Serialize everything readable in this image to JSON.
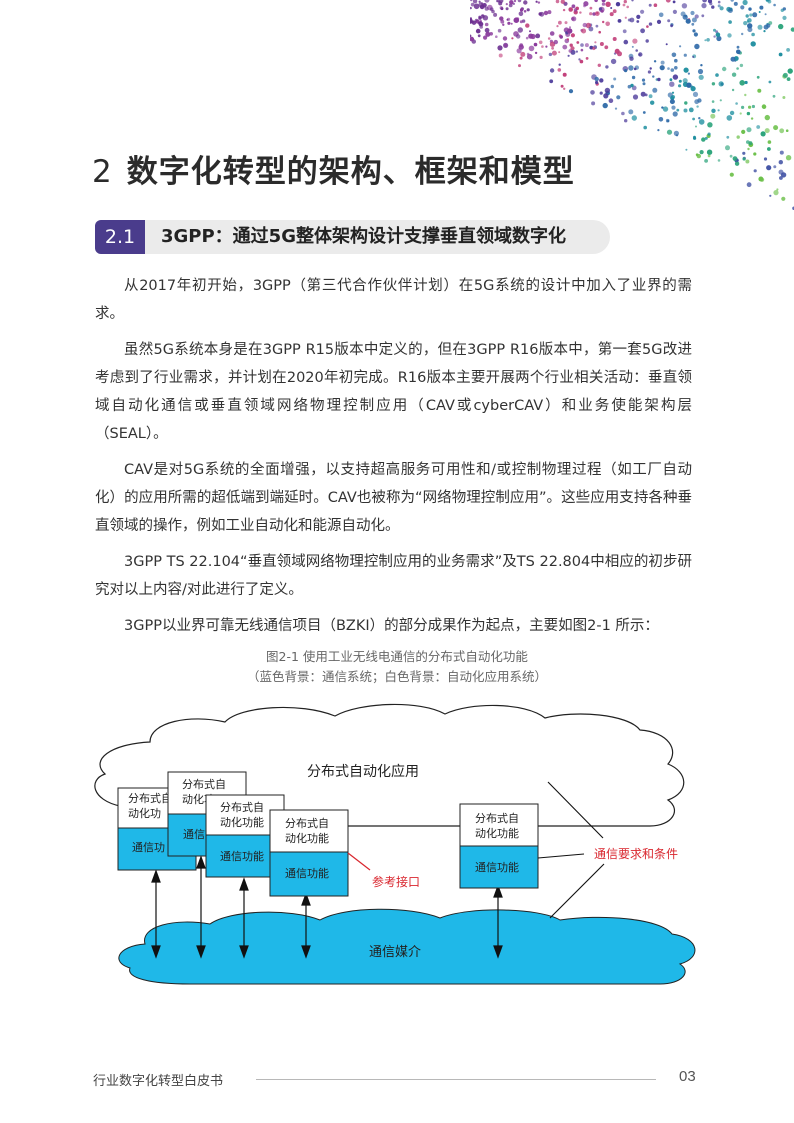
{
  "chapter": {
    "number": "2",
    "title": "数字化转型的架构、框架和模型"
  },
  "section": {
    "number": "2.1",
    "title": "3GPP：通过5G整体架构设计支撑垂直领域数字化"
  },
  "paragraphs": [
    "从2017年初开始，3GPP（第三代合作伙伴计划）在5G系统的设计中加入了业界的需求。",
    "虽然5G系统本身是在3GPP R15版本中定义的，但在3GPP R16版本中，第一套5G改进考虑到了行业需求，并计划在2020年初完成。R16版本主要开展两个行业相关活动：垂直领域自动化通信或垂直领域网络物理控制应用（CAV或cyberCAV）和业务使能架构层（SEAL）。",
    "CAV是对5G系统的全面增强，以支持超高服务可用性和/或控制物理过程（如工厂自动化）的应用所需的超低端到端延时。CAV也被称为“网络物理控制应用”。这些应用支持各种垂直领域的操作，例如工业自动化和能源自动化。",
    "3GPP TS 22.104“垂直领域网络物理控制应用的业务需求”及TS 22.804中相应的初步研究对以上内容/对此进行了定义。",
    "3GPP以业界可靠无线通信项目（BZKI）的部分成果作为起点，主要如图2-1 所示："
  ],
  "figure": {
    "caption_line1": "图2-1  使用工业无线电通信的分布式自动化功能",
    "caption_line2": "（蓝色背景：通信系统；白色背景：自动化应用系统）",
    "cloud_top_label": "分布式自动化应用",
    "cloud_bottom_label": "通信媒介",
    "node_top_label": "分布式自动化功能",
    "node_top_line1": "分布式自",
    "node_top_line2": "动化功能",
    "node_top_trunc_line2": "动化功",
    "node_top_trunc2_line2": "动化功能",
    "node_bottom_label": "通信功能",
    "node_bottom_trunc": "通信功",
    "ref_interface_label": "参考接口",
    "requirements_label": "通信要求和条件",
    "colors": {
      "comm_blue": "#1fb8e8",
      "label_red": "#d9262e",
      "outline": "#222222"
    }
  },
  "footer": {
    "title": "行业数字化转型白皮书",
    "page": "03"
  }
}
